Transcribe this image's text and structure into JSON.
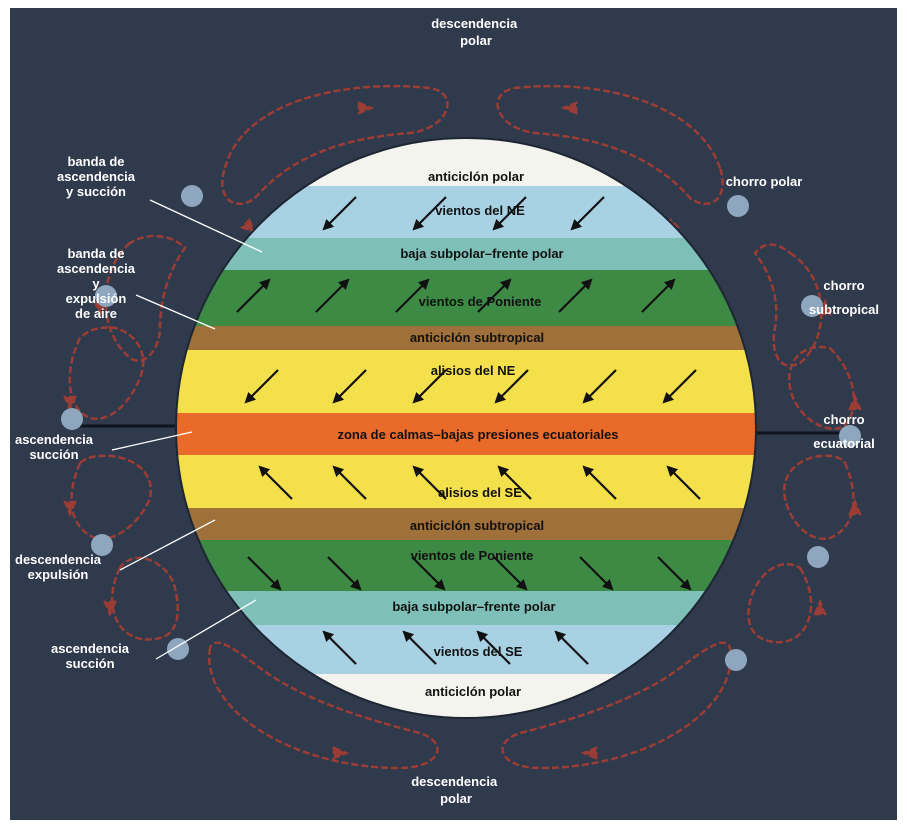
{
  "top_label": [
    "descendencia",
    "polar"
  ],
  "bottom_label": [
    "descendencia",
    "polar"
  ],
  "left_labels": [
    {
      "id": "ascendencia-succion-top",
      "lines": [
        "banda de",
        "ascendencia",
        "y succión"
      ]
    },
    {
      "id": "ascendencia-expulsion",
      "lines": [
        "banda de",
        "ascendencia",
        "y",
        "expulsión",
        "de aire"
      ]
    },
    {
      "id": "ascendencia-succion-eq",
      "lines": [
        "ascendencia",
        "succión"
      ]
    },
    {
      "id": "descendencia-expulsion",
      "lines": [
        "descendencia",
        "expulsión"
      ]
    },
    {
      "id": "ascendencia-succion-bottom",
      "lines": [
        "ascendencia",
        "succión"
      ]
    }
  ],
  "right_labels": [
    {
      "id": "chorro-polar",
      "lines": [
        "chorro polar"
      ]
    },
    {
      "id": "chorro-subtropical",
      "lines": [
        "chorro",
        "subtropical"
      ]
    },
    {
      "id": "chorro-ecuatorial",
      "lines": [
        "chorro",
        "ecuatorial"
      ]
    }
  ],
  "bands": [
    {
      "label": "anticiclón polar",
      "color": "#f4f4ee",
      "text_color": "#111111"
    },
    {
      "label": "vientos del NE",
      "color": "#a8d2e4",
      "text_color": "#111111"
    },
    {
      "label": "baja subpolar–frente polar",
      "color": "#7ec0b8",
      "text_color": "#111111"
    },
    {
      "label": "vientos de Poniente",
      "color": "#3d8a44",
      "text_color": "#111111"
    },
    {
      "label": "anticiclón subtropical",
      "color": "#a0703a",
      "text_color": "#111111"
    },
    {
      "label": "alisios del NE",
      "color": "#f4e04a",
      "text_color": "#111111"
    },
    {
      "label": "zona de calmas–bajas presiones ecuatoriales",
      "color": "#ea6a2a",
      "text_color": "#111111"
    },
    {
      "label": "alisios del SE",
      "color": "#f4e04a",
      "text_color": "#111111"
    },
    {
      "label": "anticiclón subtropical",
      "color": "#a0703a",
      "text_color": "#111111"
    },
    {
      "label": "vientos de Poniente",
      "color": "#3d8a44",
      "text_color": "#111111"
    },
    {
      "label": "baja subpolar–frente polar",
      "color": "#7ec0b8",
      "text_color": "#111111"
    },
    {
      "label": "vientos del SE",
      "color": "#a8d2e4",
      "text_color": "#111111"
    },
    {
      "label": "anticiclón polar",
      "color": "#f4f4ee",
      "text_color": "#111111"
    }
  ],
  "wind_arrows": [
    {
      "band": 1,
      "direction": "SW"
    },
    {
      "band": 3,
      "direction": "NE"
    },
    {
      "band": 5,
      "direction": "SW"
    },
    {
      "band": 7,
      "direction": "NW"
    },
    {
      "band": 9,
      "direction": "SE"
    },
    {
      "band": 11,
      "direction": "NW"
    }
  ],
  "colors": {
    "background": "#2f3a4c",
    "circulation": "#9b3d34",
    "jet_dot": "#8fa6bf",
    "leader_line": "#ffffff"
  }
}
